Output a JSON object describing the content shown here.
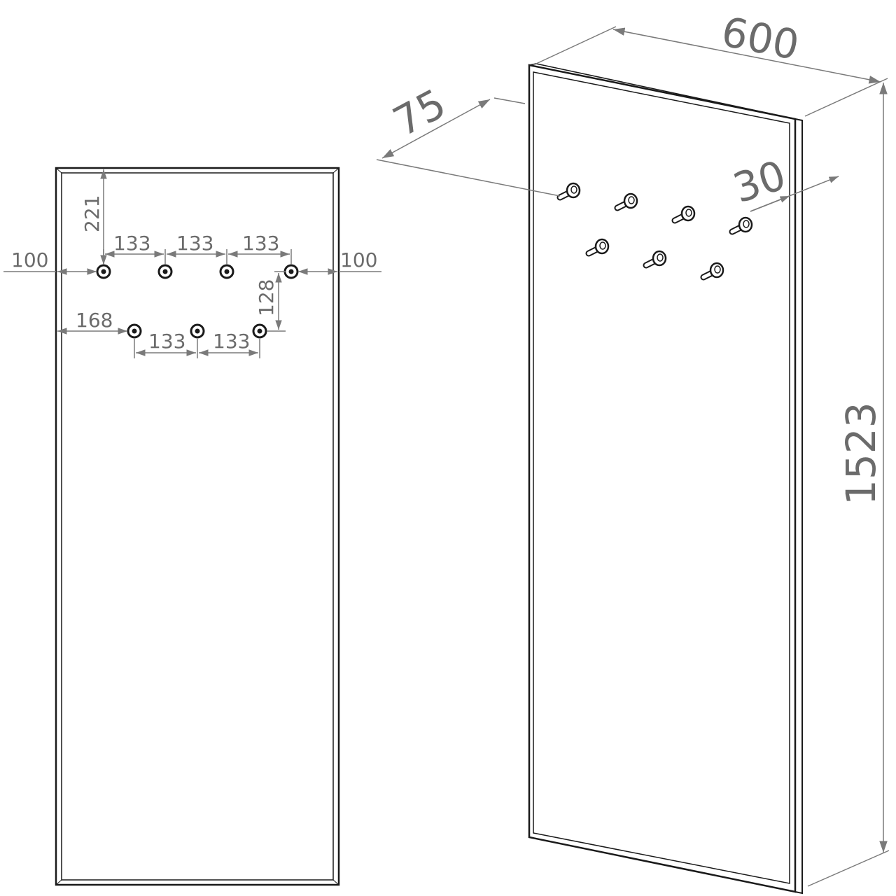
{
  "front_view": {
    "dim_top_offset": "221",
    "dim_left_edge": "100",
    "dim_right_edge": "100",
    "dim_top_spacing": [
      "133",
      "133",
      "133"
    ],
    "dim_row_gap": "128",
    "dim_bottom_left": "168",
    "dim_bottom_spacing": [
      "133",
      "133"
    ]
  },
  "iso_view": {
    "dim_width": "600",
    "dim_depth": "75",
    "dim_hook_depth": "30",
    "dim_height": "1523"
  },
  "colors": {
    "line": "#1a1a1a",
    "dimension": "#7a7a7a",
    "text": "#6b6b6b"
  }
}
